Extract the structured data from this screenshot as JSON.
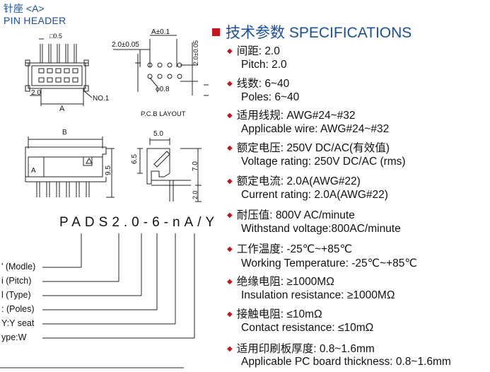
{
  "header": {
    "title_cn": "针座 <A>",
    "title_en": "PIN HEADER"
  },
  "drawing": {
    "dim_pin_square": "□0.5",
    "dim_a_tol": "A±0.1",
    "dim_pitch_tol": "2.0±0.05",
    "dim_pitch_tol_v": "2.0±0.05",
    "dim_2_0": "2.0",
    "dim_a": "A",
    "no1": "NO.1",
    "dim_hole": "ϕ0.8",
    "pcb_layout": "P.C.B LAYOUT",
    "dim_b": "B",
    "dim_5_0": "5.0",
    "dim_9_5": "9.5",
    "dim_6_5": "6.5",
    "dim_7_0": "7.0",
    "dim_2_0_b": "2.0",
    "mark_a": "A"
  },
  "part_code": "PADS2.0-6-nA/Y",
  "legend": [
    "' (Modle)",
    "i (Pitch)",
    "l (Type)",
    ": (Poles)",
    "Y:Y seat",
    "ype:W"
  ],
  "spec_title": {
    "cn": "技术参数",
    "en": "SPECIFICATIONS"
  },
  "specs": [
    {
      "cn": "间距: 2.0",
      "en": "Pitch: 2.0"
    },
    {
      "cn": "线数: 6~40",
      "en": "Poles: 6~40"
    },
    {
      "cn": "适用线规: AWG#24~#32",
      "en": "Applicable wire: AWG#24~#32"
    },
    {
      "cn": "额定电压: 250V DC/AC(有效值)",
      "en": "Voltage rating: 250V DC/AC (rms)"
    },
    {
      "cn": "额定电流: 2.0A(AWG#22)",
      "en": "Current rating: 2.0A(AWG#22)"
    },
    {
      "cn": "耐压值: 800V AC/minute",
      "en": "Withstand voltage:800AC/minute"
    },
    {
      "cn": "工作温度: -25℃~+85℃",
      "en": "Working Temperature: -25℃~+85℃"
    },
    {
      "cn": "绝缘电阻: ≥1000MΩ",
      "en": "Insulation resistance: ≥1000MΩ"
    },
    {
      "cn": "接触电阻: ≤10mΩ",
      "en": "Contact resistance: ≤10mΩ"
    },
    {
      "cn": "适用印刷板厚度: 0.8~1.6mm",
      "en": "Applicable PC board thickness: 0.8~1.6mm"
    }
  ],
  "colors": {
    "accent_red": "#c4161c",
    "title_blue": "#1a4fa0"
  }
}
